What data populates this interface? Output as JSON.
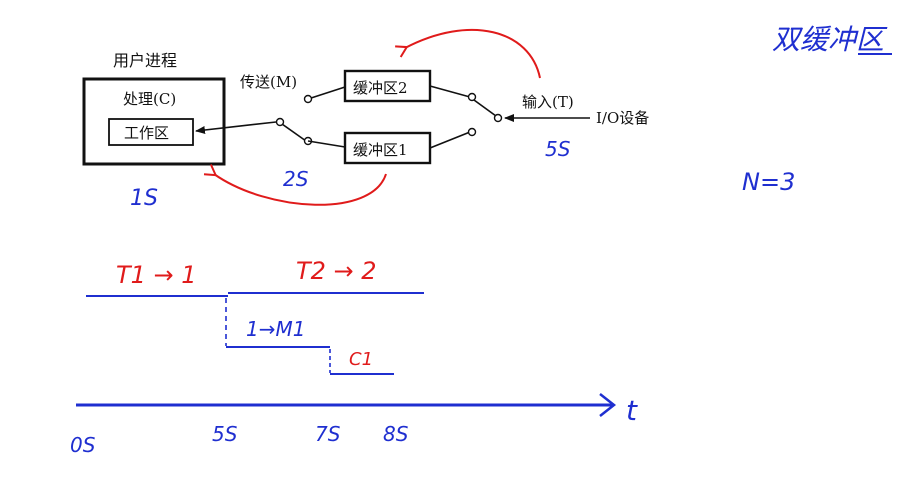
{
  "title": "双缓冲区",
  "note_n": "N=3",
  "diagram": {
    "user_process_label": "用户进程",
    "process_label": "处理(C)",
    "work_area_label": "工作区",
    "transfer_label": "传送(M)",
    "buffer2_label": "缓冲区2",
    "buffer1_label": "缓冲区1",
    "input_label": "输入(T)",
    "io_device_label": "I/O设备"
  },
  "annotations": {
    "time_c": "1S",
    "time_m": "2S",
    "time_t": "5S"
  },
  "timeline": {
    "t1_label": "T1 → 1",
    "t2_label": "T2 → 2",
    "m1_label": "1→M1",
    "c1_label": "C1",
    "axis_label": "t",
    "ticks": [
      "0S",
      "5S",
      "7S",
      "8S"
    ]
  },
  "colors": {
    "ink_blue": "#1f2fd0",
    "ink_red": "#e01b1b",
    "print": "#111111"
  }
}
